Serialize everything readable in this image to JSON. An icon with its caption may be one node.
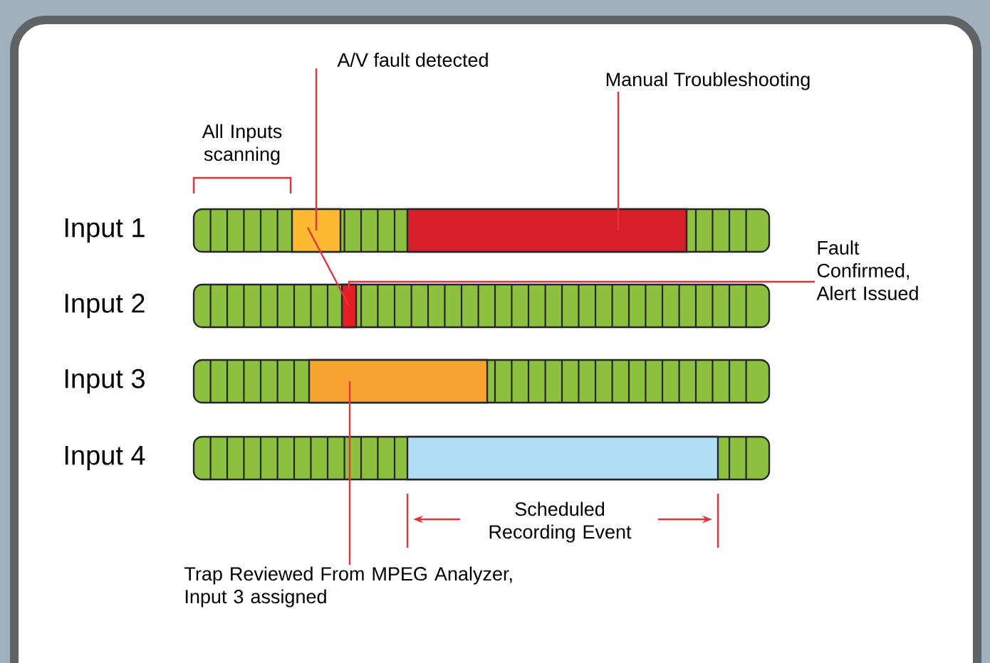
{
  "diagram": {
    "nodes": [
      {
        "text": [
          "A/V fault detected"
        ]
      },
      {
        "text": [
          "Manual Troubleshooting"
        ]
      },
      {
        "text": [
          "Fault Confirmed, Alert Issued"
        ]
      },
      {
        "text": [
          "Trap Reviewed From MPEG Analyzer, Input 3 assigned"
        ]
      },
      {
        "text": [],
        "shape": "bar"
      },
      {
        "text": [],
        "shape": "bar"
      },
      {
        "text": [],
        "shape": "bar"
      },
      {
        "text": [],
        "shape": "bar"
      }
    ],
    "edges": [
      {
        "from": 0,
        "to": 4,
        "arrow": "none"
      },
      {
        "from": 1,
        "to": 5,
        "arrow": "none"
      },
      {
        "from": 2,
        "to": 6,
        "arrow": "none"
      },
      {
        "from": 4,
        "to": 6,
        "arrow": "none"
      },
      {
        "from": 3,
        "to": 7,
        "arrow": "none"
      }
    ],
    "labels": [
      "All Inputs scanning",
      "Input 1",
      "Input 2",
      "Input 3",
      "Input 4",
      "Scheduled Recording Event"
    ]
  }
}
